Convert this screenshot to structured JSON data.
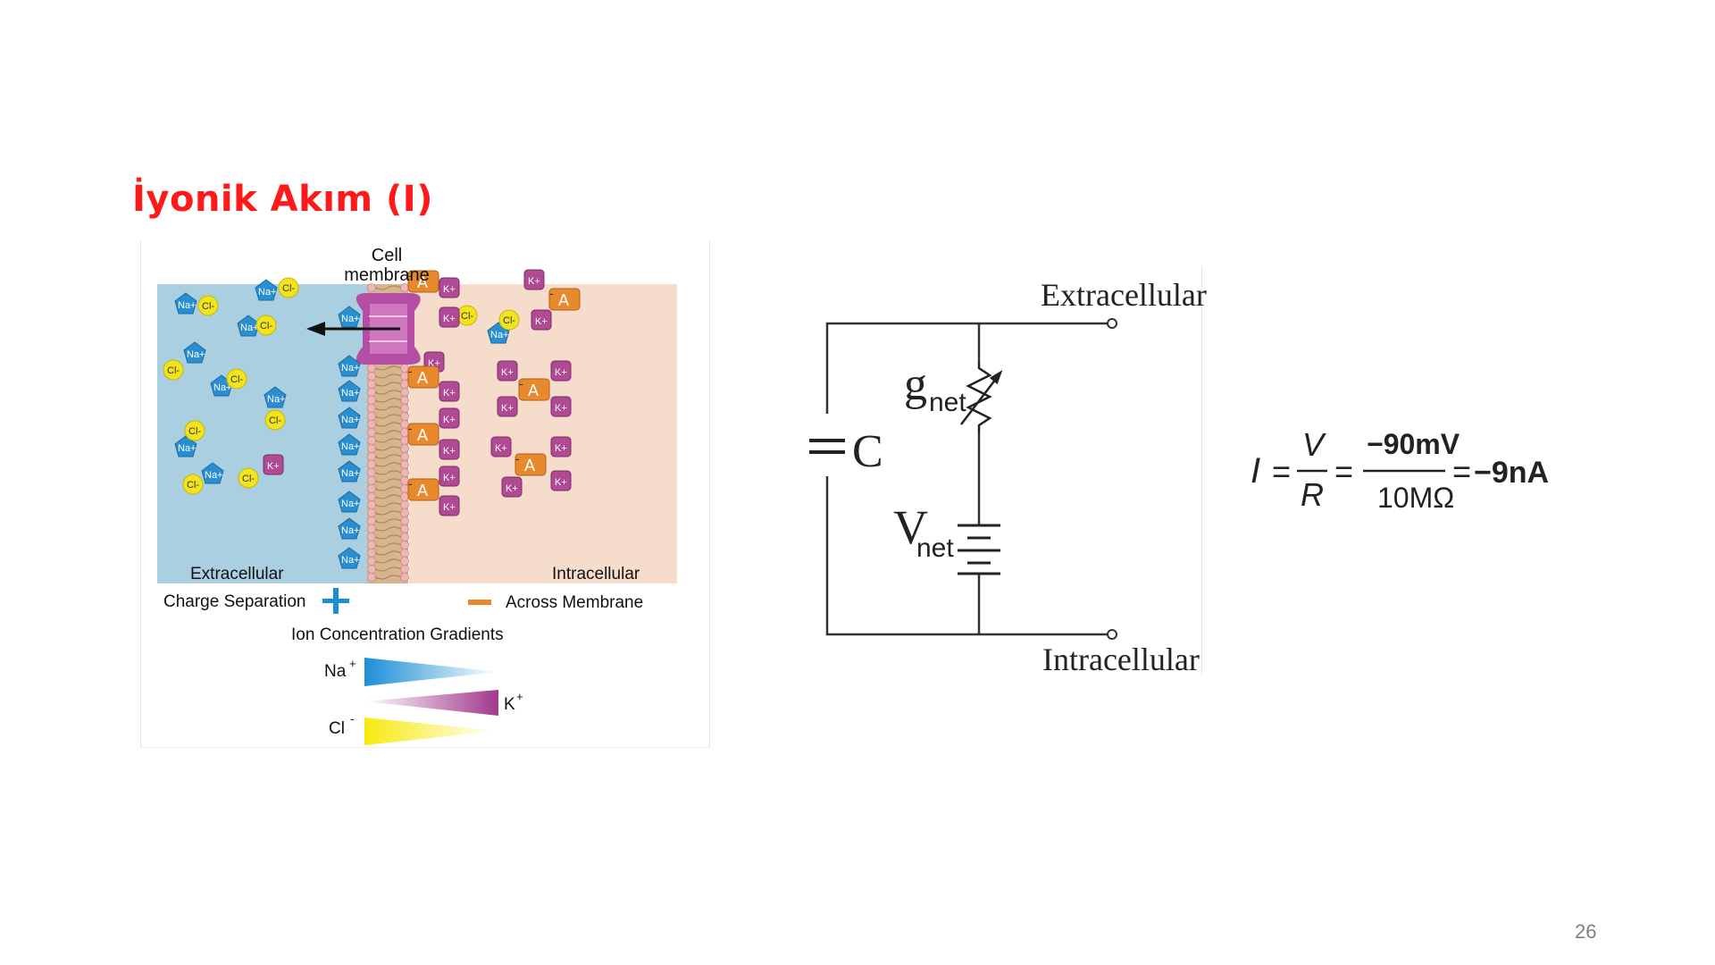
{
  "slide": {
    "title": "İyonik Akım (I)",
    "page_number": "26"
  },
  "membrane_figure": {
    "cell_membrane_label_line1": "Cell",
    "cell_membrane_label_line2": "membrane",
    "extracellular_label": "Extracellular",
    "intracellular_label": "Intracellular",
    "charge_separation_label": "Charge Separation",
    "across_membrane_label": "Across Membrane",
    "gradients_title": "Ion Concentration Gradients",
    "ions": {
      "na": "Na",
      "k": "K",
      "cl": "Cl",
      "anion": "A"
    },
    "colors": {
      "extracellular": "#a9cfe0",
      "intracellular": "#f5dccb",
      "na": "#2a8fd1",
      "k": "#b04a94",
      "cl": "#f2e31f",
      "anion": "#e8892e",
      "channel": "#b44ea4"
    }
  },
  "circuit": {
    "top_label": "Extracellular",
    "bottom_label": "Intracellular",
    "capacitor_label": "C",
    "conductance_symbol": "g",
    "conductance_sub": "net",
    "voltage_symbol": "V",
    "voltage_sub": "net"
  },
  "equation": {
    "lhs": "I",
    "eq1": "=",
    "frac1_num": "V",
    "frac1_den": "R",
    "eq2": "=",
    "frac2_num": "−90mV",
    "frac2_den": "10MΩ",
    "eq3": "=",
    "result": "−9nA"
  }
}
